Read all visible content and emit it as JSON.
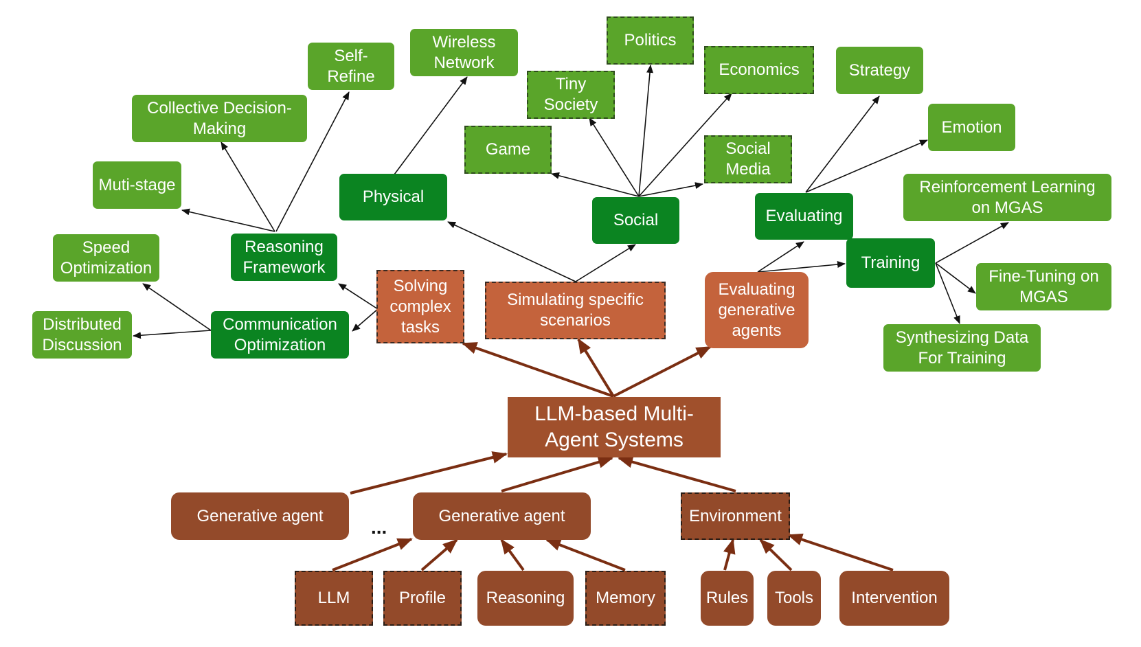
{
  "diagram": {
    "root": "LLM-based Multi-\nAgent Systems",
    "branches": {
      "solving": "Solving\ncomplex\ntasks",
      "simulating": "Simulating specific\nscenarios",
      "evaluating_agents": "Evaluating\ngenerative\nagents"
    },
    "solving": {
      "reasoning_framework": "Reasoning\nFramework",
      "communication_optimization": "Communication\nOptimization",
      "muti_stage": "Muti-stage",
      "collective_decision": "Collective Decision-\nMaking",
      "self_refine": "Self-\nRefine",
      "speed_optimization": "Speed\nOptimization",
      "distributed_discussion": "Distributed\nDiscussion"
    },
    "simulating": {
      "physical": "Physical",
      "wireless_network": "Wireless\nNetwork",
      "social": "Social",
      "game": "Game",
      "tiny_society": "Tiny\nSociety",
      "politics": "Politics",
      "economics": "Economics",
      "social_media": "Social\nMedia"
    },
    "evaluating": {
      "evaluating": "Evaluating",
      "strategy": "Strategy",
      "emotion": "Emotion",
      "training": "Training",
      "reinforcement_learning": "Reinforcement Learning\non MGAS",
      "fine_tuning": "Fine-Tuning on\nMGAS",
      "synthesizing_data": "Synthesizing Data\nFor Training"
    },
    "components": {
      "generative_agent_1": "Generative agent",
      "generative_agent_2": "Generative agent",
      "ellipsis": "...",
      "environment": "Environment",
      "llm": "LLM",
      "profile": "Profile",
      "reasoning": "Reasoning",
      "memory": "Memory",
      "rules": "Rules",
      "tools": "Tools",
      "intervention": "Intervention"
    },
    "colors": {
      "light_green": "#5aa52a",
      "dark_green": "#0b8421",
      "orange": "#c4633c",
      "brown": "#934a2a",
      "root_brown": "#a0502c",
      "thin_arrow": "#111111",
      "thick_arrow": "#7a2e12"
    }
  }
}
